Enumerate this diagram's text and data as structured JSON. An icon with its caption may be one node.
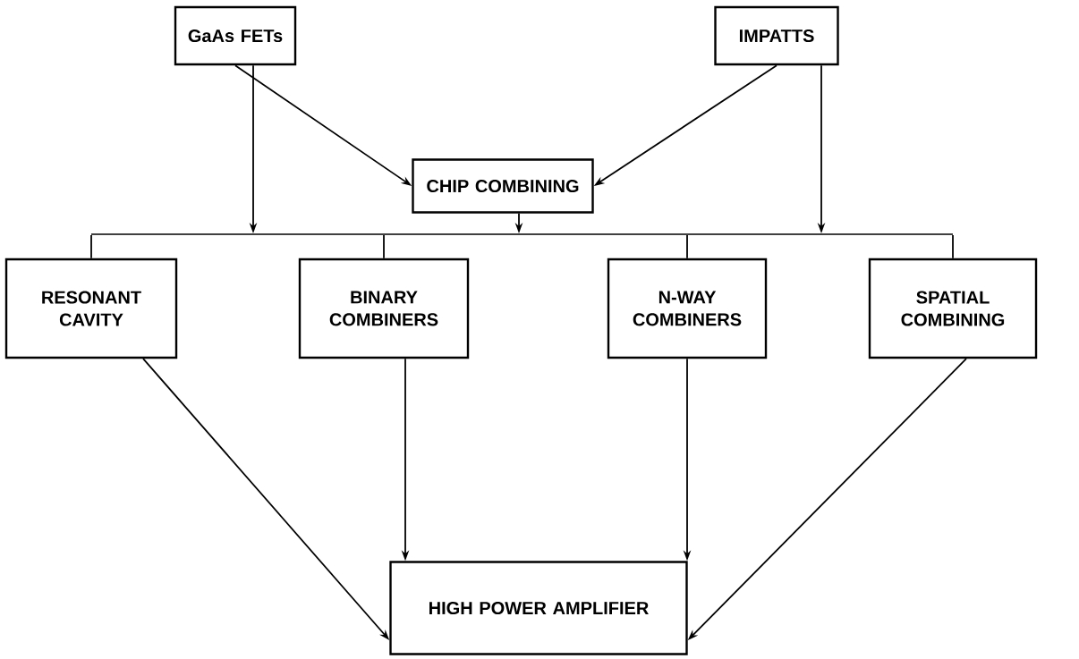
{
  "diagram": {
    "nodes": [
      {
        "text": [
          "GaAs FETs"
        ]
      },
      {
        "text": [
          "IMPATTS"
        ]
      },
      {
        "text": [
          "CHIP COMBINING"
        ]
      },
      {
        "text": [],
        "shape": "bar"
      },
      {
        "text": [
          "RESONANT CAVITY"
        ]
      },
      {
        "text": [
          "BINARY COMBINERS"
        ]
      },
      {
        "text": [
          "N-WAY COMBINERS"
        ]
      },
      {
        "text": [
          "SPATIAL COMBINING"
        ]
      },
      {
        "text": [
          "HIGH POWER AMPLIFIER"
        ]
      }
    ],
    "edges": [
      {
        "from": 0,
        "to": 2,
        "arrow": "to"
      },
      {
        "from": 1,
        "to": 2,
        "arrow": "to"
      },
      {
        "from": 0,
        "to": 3,
        "arrow": "to"
      },
      {
        "from": 2,
        "to": 3,
        "arrow": "to"
      },
      {
        "from": 1,
        "to": 3,
        "arrow": "to"
      },
      {
        "from": 3,
        "to": 4,
        "arrow": "none"
      },
      {
        "from": 3,
        "to": 5,
        "arrow": "none"
      },
      {
        "from": 3,
        "to": 6,
        "arrow": "none"
      },
      {
        "from": 3,
        "to": 7,
        "arrow": "none"
      },
      {
        "from": 4,
        "to": 8,
        "arrow": "to"
      },
      {
        "from": 5,
        "to": 8,
        "arrow": "to"
      },
      {
        "from": 6,
        "to": 8,
        "arrow": "to"
      },
      {
        "from": 7,
        "to": 8,
        "arrow": "to"
      }
    ]
  }
}
